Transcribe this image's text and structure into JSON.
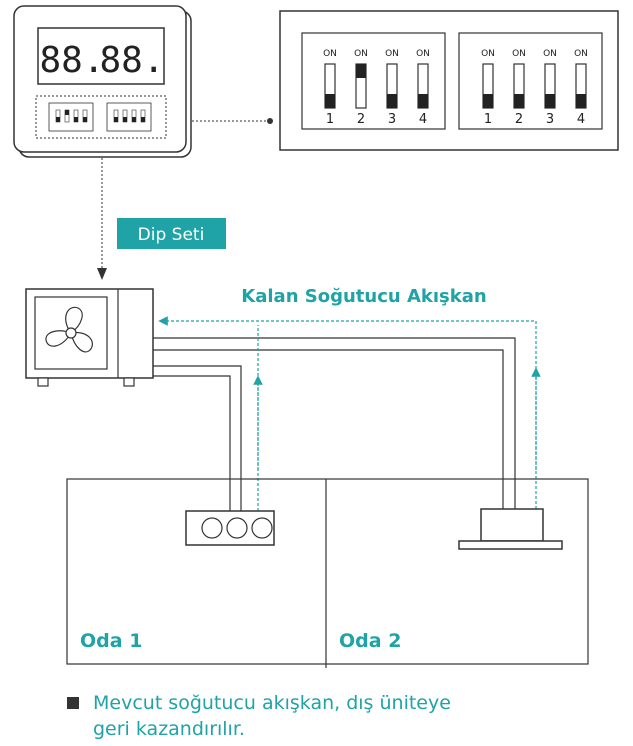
{
  "controller": {
    "display_left": "88.",
    "display_right": "88."
  },
  "dip": {
    "on_label": "ON",
    "bank1": [
      {
        "num": "1",
        "state": "off"
      },
      {
        "num": "2",
        "state": "on"
      },
      {
        "num": "3",
        "state": "off"
      },
      {
        "num": "4",
        "state": "off"
      }
    ],
    "bank2": [
      {
        "num": "1",
        "state": "off"
      },
      {
        "num": "2",
        "state": "off"
      },
      {
        "num": "3",
        "state": "off"
      },
      {
        "num": "4",
        "state": "off"
      }
    ]
  },
  "dip_set_label": "Dip Seti",
  "flow_label": "Kalan Soğutucu Akışkan",
  "rooms": {
    "room1": "Oda 1",
    "room2": "Oda 2"
  },
  "footer": {
    "line1": "Mevcut soğutucu akışkan, dış üniteye",
    "line2": "geri kazandırılır."
  },
  "colors": {
    "accent": "#1fa3a6",
    "line": "#222222"
  }
}
